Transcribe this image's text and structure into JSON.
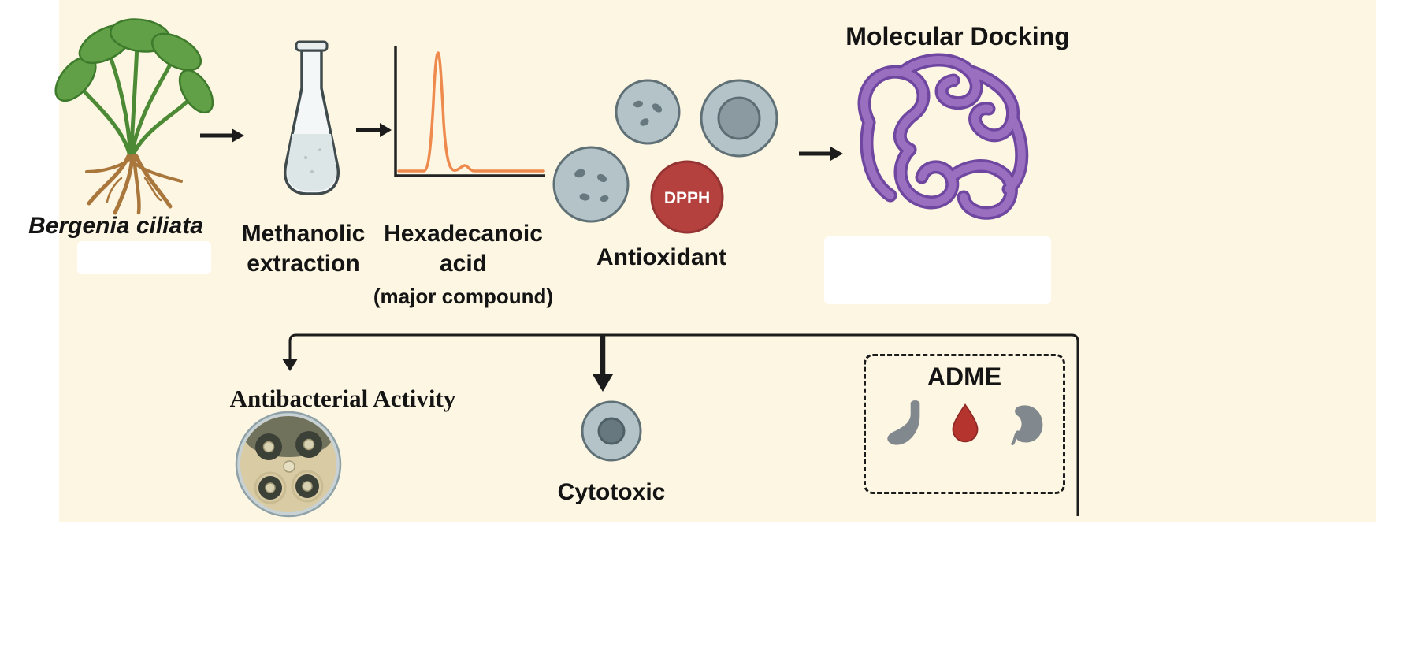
{
  "colors": {
    "page_bg": "#ffffff",
    "panel_bg": "#fdf6e2",
    "leaf_green": "#61a047",
    "leaf_stroke": "#3e7a2b",
    "root_brown": "#a9763c",
    "flask_outline": "#3f4a4d",
    "flask_liquid": "#dde6e6",
    "peak_orange": "#ee8a4e",
    "axis_black": "#222222",
    "cell_fill": "#b4c3c8",
    "cell_stroke": "#5f7076",
    "cell_spot": "#67787e",
    "dpph_red": "#b5413f",
    "protein_purple": "#9a6fc0",
    "protein_outline": "#6f47a0",
    "arrow_black": "#1c1c1c",
    "agar_tan": "#d9cba3",
    "colony_dark": "#3c4138",
    "organ_gray": "#82898e",
    "drop_red": "#b5342e"
  },
  "labels": {
    "plant_name": "Bergenia ciliata",
    "methanolic": [
      "Methanolic",
      "extraction"
    ],
    "hexadecanoic": [
      "Hexadecanoic",
      "acid"
    ],
    "major_compound": "(major compound)",
    "antioxidant": "Antioxidant",
    "dpph": "DPPH",
    "molecular_docking": "Molecular Docking",
    "antibacterial": "Antibacterial Activity",
    "cytotoxic": "Cytotoxic",
    "adme": "ADME"
  }
}
